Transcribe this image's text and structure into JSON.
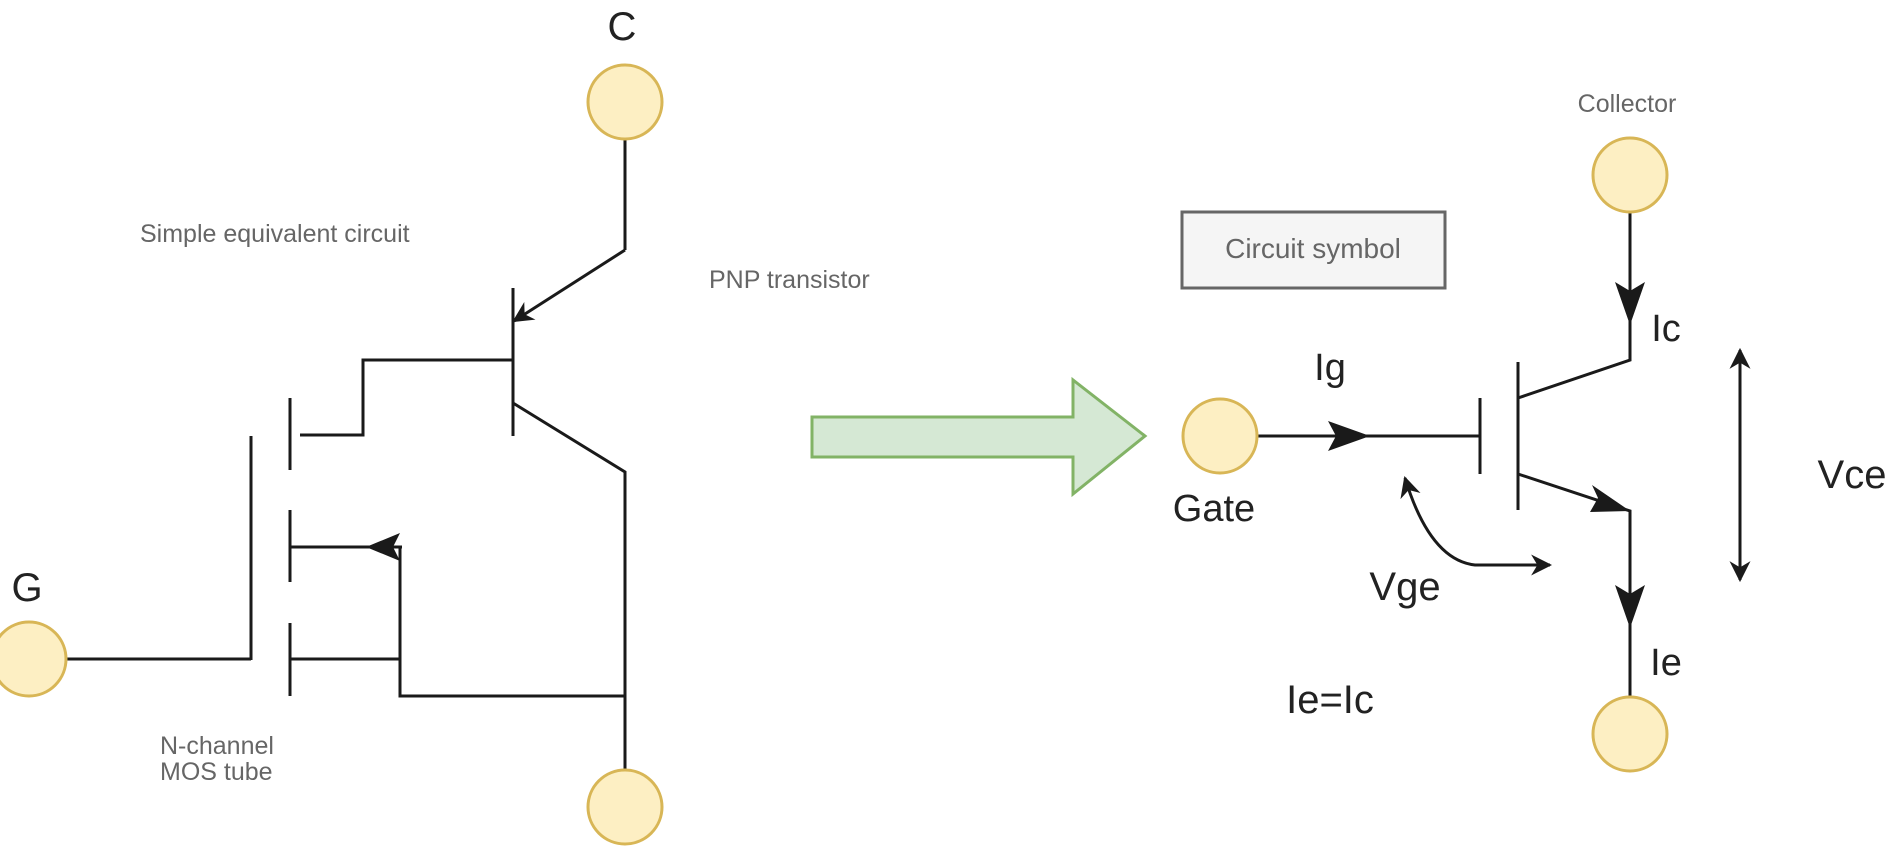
{
  "left": {
    "terminal_c": "C",
    "terminal_g": "G",
    "title": "Simple equivalent circuit",
    "pnp_label": "PNP transistor",
    "mos_line1": "N-channel",
    "mos_line2": "MOS tube"
  },
  "right": {
    "symbol_label": "Circuit symbol",
    "collector": "Collector",
    "gate": "Gate",
    "ig": "Ig",
    "ic": "Ic",
    "ie": "Ie",
    "vge": "Vge",
    "vce": "Vce",
    "relation": "Ie=Ic"
  },
  "colors": {
    "terminal_fill": "#fdefc3",
    "terminal_stroke": "#d8b656",
    "arrow_fill": "#d5e8d4",
    "arrow_stroke": "#82b366",
    "box_fill": "#f5f5f5",
    "box_stroke": "#666666",
    "wire": "#1a1a1a",
    "label_gray": "#666666"
  }
}
